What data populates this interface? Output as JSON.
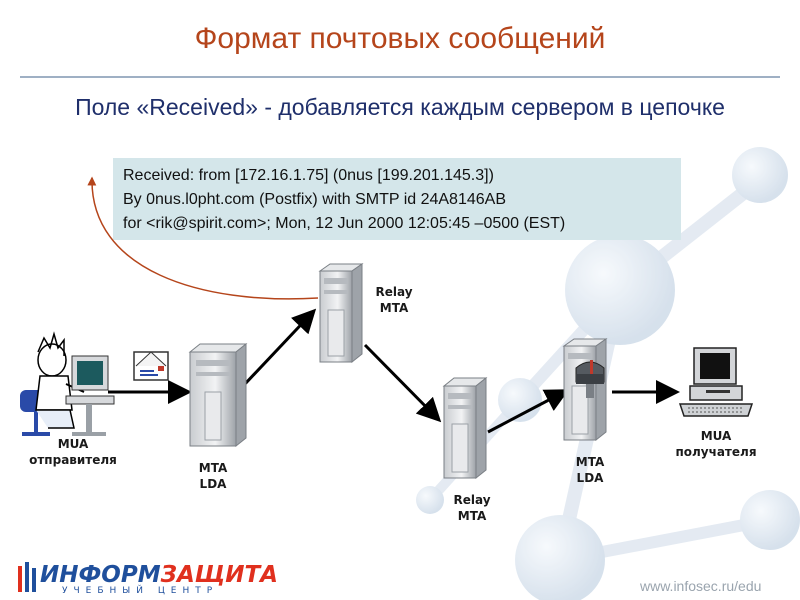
{
  "title": "Формат почтовых сообщений",
  "subtitle": "Поле «Received» - добавляется каждым сервером в цепочке",
  "received": {
    "line1": "Received: from [172.16.1.75] (0nus [199.201.145.3])",
    "line2": "By 0nus.l0pht.com (Postfix) with SMTP id 24A8146AB",
    "line3": "for <rik@spirit.com>; Mon, 12 Jun 2000 12:05:45 –0500 (EST)"
  },
  "nodes": {
    "mua_sender": "MUA\nотправителя",
    "mta_lda_1": "MTA\nLDA",
    "relay_1": "Relay\nMTA",
    "relay_2": "Relay\nMTA",
    "mta_lda_2": "MTA\nLDA",
    "mua_recipient": "MUA\nполучателя"
  },
  "logo": {
    "part1": "ИНФОРМ",
    "part2": "ЗАЩИТА",
    "tagline": "УЧЕБНЫЙ ЦЕНТР"
  },
  "url": "www.infosec.ru/edu",
  "colors": {
    "title": "#b5451b",
    "subtitle": "#1f2f6b",
    "box": "#d4e6ea",
    "curve_arrow": "#b5451b",
    "logo_blue": "#1f4f9c",
    "logo_red": "#e0301e"
  }
}
